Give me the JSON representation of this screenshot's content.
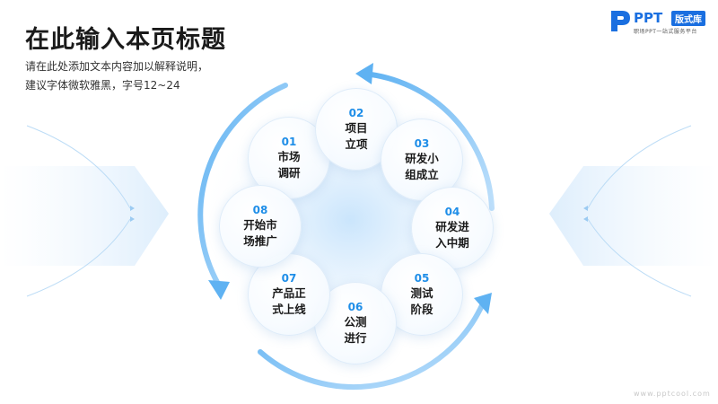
{
  "header": {
    "title": "在此输入本页标题",
    "subtitle_line1": "请在此处添加文本内容加以解释说明，",
    "subtitle_line2": "建议字体微软雅黑，字号12~24"
  },
  "logo": {
    "brand": "PPT",
    "badge": "版式库",
    "tagline": "职场PPT一站式服务平台"
  },
  "watermark": "www.pptcool.com",
  "colors": {
    "accent": "#1f8ee8",
    "ring": "#6cb8f2",
    "text": "#1a1a1a"
  },
  "steps": [
    {
      "num": "01",
      "label": "市场\n调研"
    },
    {
      "num": "02",
      "label": "项目\n立项"
    },
    {
      "num": "03",
      "label": "研发小\n组成立"
    },
    {
      "num": "04",
      "label": "研发进\n入中期"
    },
    {
      "num": "05",
      "label": "测试\n阶段"
    },
    {
      "num": "06",
      "label": "公测\n进行"
    },
    {
      "num": "07",
      "label": "产品正\n式上线"
    },
    {
      "num": "08",
      "label": "开始市\n场推广"
    }
  ]
}
